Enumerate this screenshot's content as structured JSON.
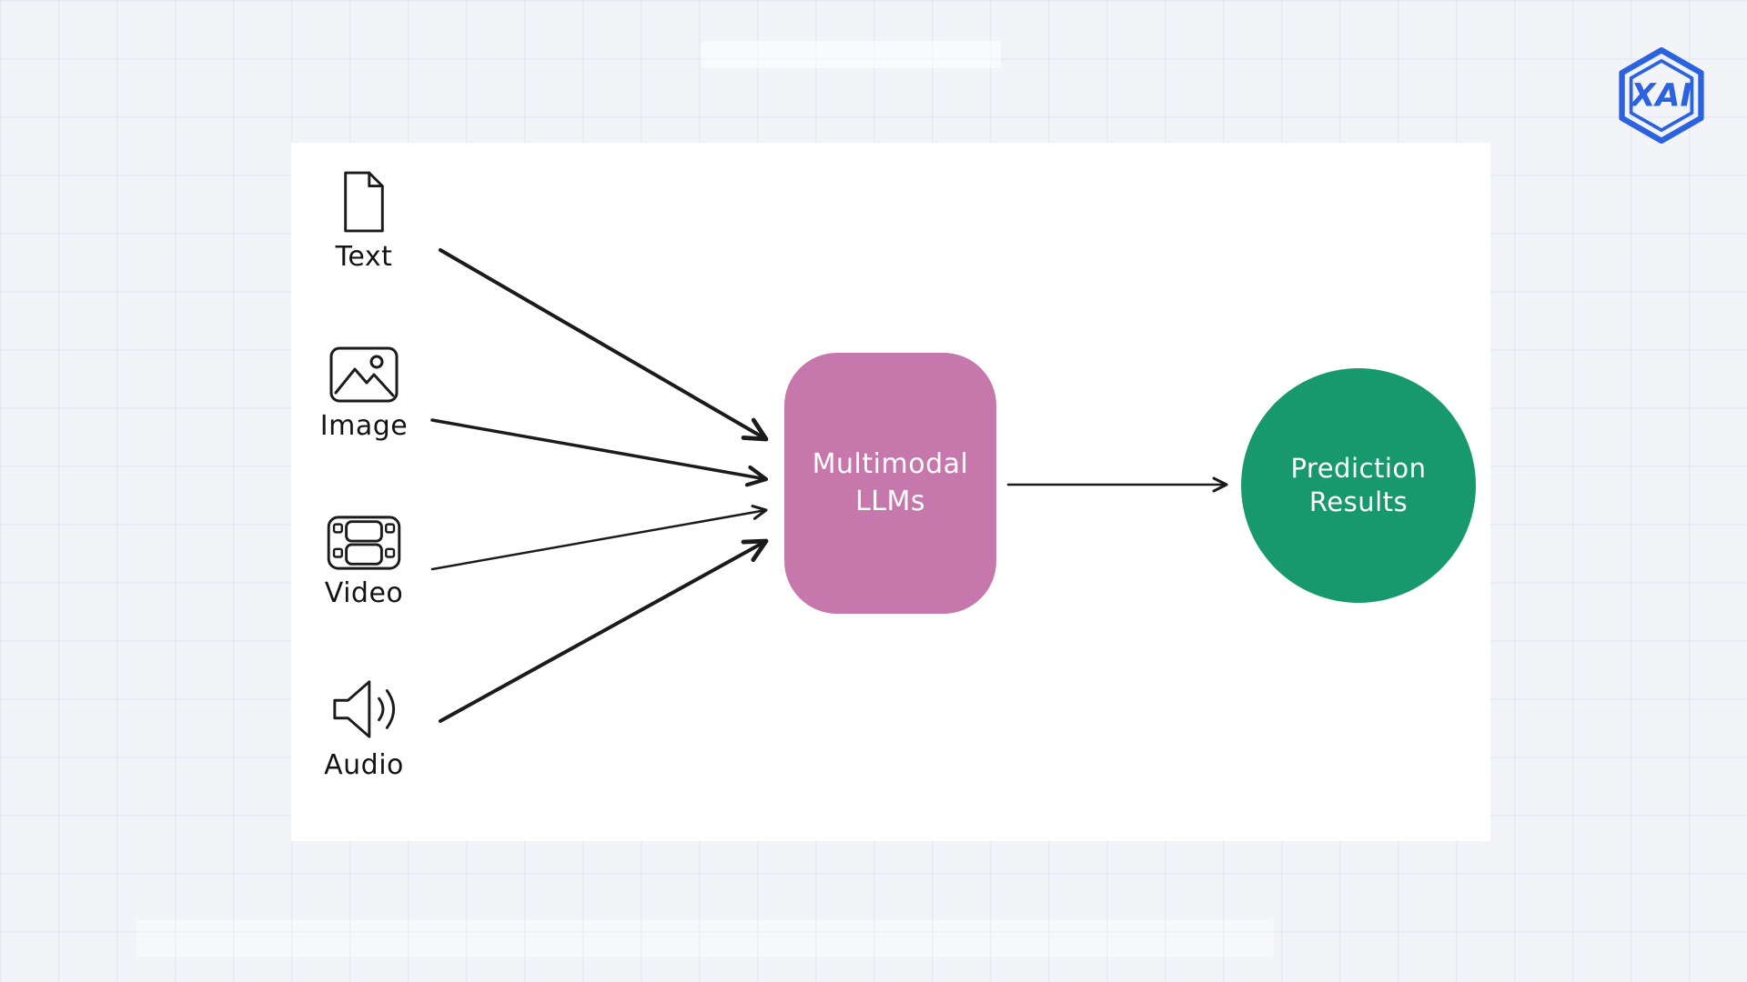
{
  "branding": {
    "logo_text": "XAI",
    "logo_color": "#2b62e0"
  },
  "diagram": {
    "inputs": [
      {
        "id": "text",
        "label": "Text",
        "icon": "document-icon"
      },
      {
        "id": "image",
        "label": "Image",
        "icon": "image-icon"
      },
      {
        "id": "video",
        "label": "Video",
        "icon": "video-icon"
      },
      {
        "id": "audio",
        "label": "Audio",
        "icon": "audio-icon"
      }
    ],
    "process_node": {
      "id": "multimodal-llms",
      "label_line1": "Multimodal",
      "label_line2": "LLMs",
      "fill": "#c678ad",
      "text_color": "#ffffff"
    },
    "output_node": {
      "id": "prediction-results",
      "label_line1": "Prediction",
      "label_line2": "Results",
      "fill": "#17996d",
      "text_color": "#ffffff"
    },
    "edges": [
      {
        "from": "text",
        "to": "multimodal-llms"
      },
      {
        "from": "image",
        "to": "multimodal-llms"
      },
      {
        "from": "video",
        "to": "multimodal-llms"
      },
      {
        "from": "audio",
        "to": "multimodal-llms"
      },
      {
        "from": "multimodal-llms",
        "to": "prediction-results"
      }
    ]
  }
}
